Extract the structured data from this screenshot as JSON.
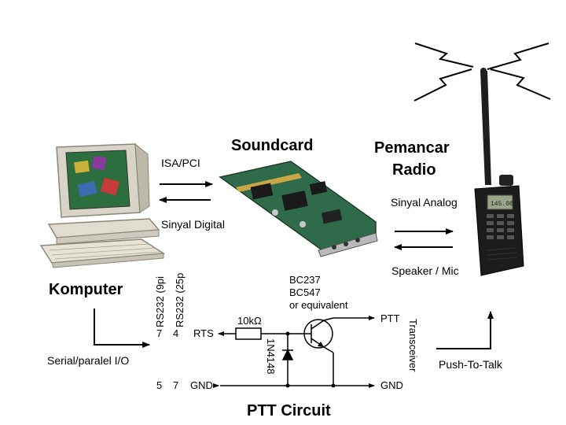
{
  "labels": {
    "soundcard": "Soundcard",
    "transmitter": [
      "Pemancar",
      "Radio"
    ],
    "computer": "Komputer",
    "ptt_circuit": "PTT Circuit",
    "isa_pci": "ISA/PCI",
    "digital_signal": "Sinyal Digital",
    "analog_signal": "Sinyal Analog",
    "speaker_mic": "Speaker / Mic",
    "serial_parallel": "Serial/paralel I/O",
    "push_to_talk": "Push-To-Talk"
  },
  "circuit": {
    "port_labels": [
      "RS232 (9pi",
      "RS232 (25p"
    ],
    "pins_top": [
      "7",
      "4"
    ],
    "pins_bottom": [
      "5",
      "7"
    ],
    "rts": "RTS",
    "gnd_left": "GND",
    "gnd_right": "GND",
    "ptt": "PTT",
    "resistor": "10kΩ",
    "diode": "1N4148",
    "transistor": [
      "BC237",
      "BC547",
      "or equivalent"
    ],
    "transceiver": "Transceiver"
  }
}
